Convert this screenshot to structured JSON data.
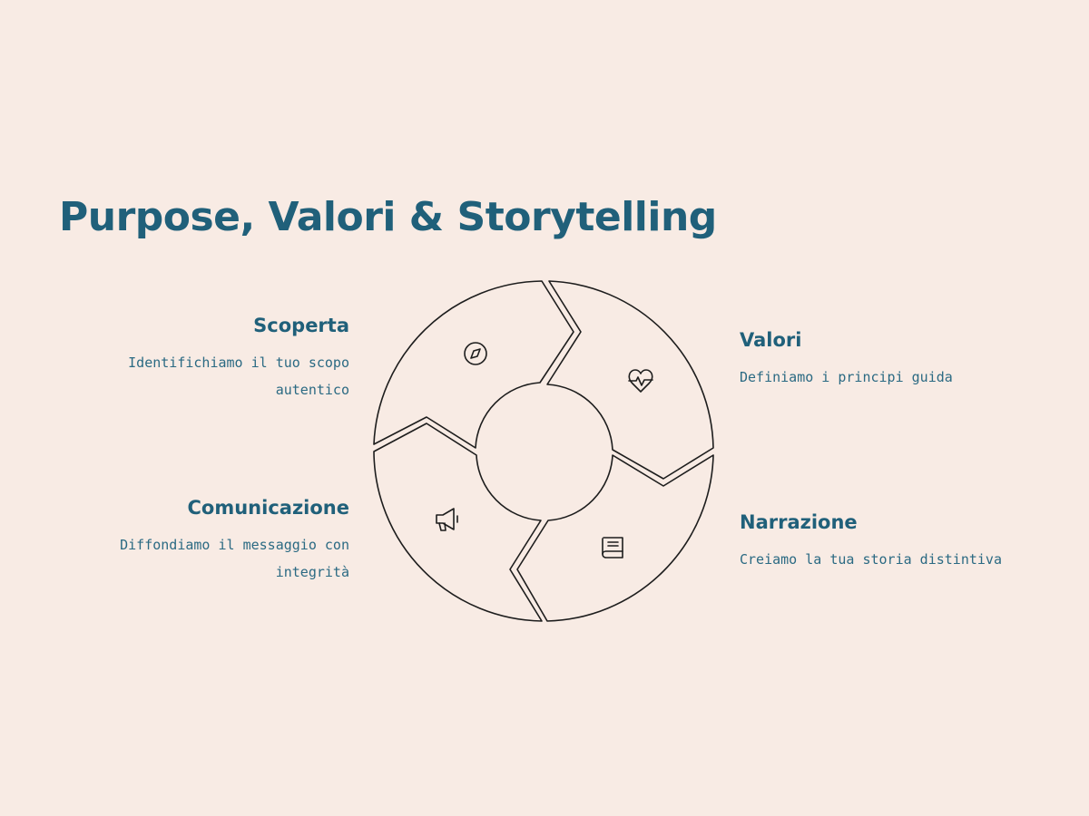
{
  "title": "Purpose, Valori & Storytelling",
  "stages": [
    {
      "heading": "Scoperta",
      "description": "Identifichiamo il tuo scopo autentico",
      "icon": "compass-icon"
    },
    {
      "heading": "Valori",
      "description": "Definiamo i principi guida",
      "icon": "heart-pulse-icon"
    },
    {
      "heading": "Narrazione",
      "description": "Creiamo la tua storia distintiva",
      "icon": "book-icon"
    },
    {
      "heading": "Comunicazione",
      "description": "Diffondiamo il messaggio con integrità",
      "icon": "megaphone-icon"
    }
  ],
  "colors": {
    "background": "#f8ebe4",
    "accent": "#20607a",
    "stroke": "#1d1d1d"
  }
}
